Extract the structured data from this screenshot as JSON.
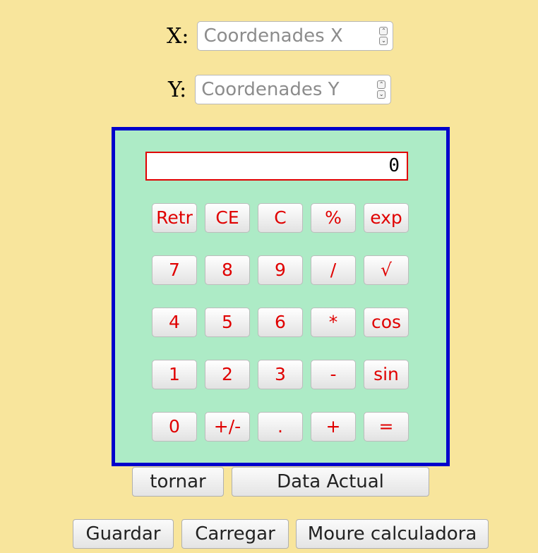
{
  "coords": {
    "x_label": "X:",
    "x_placeholder": "Coordenades X",
    "y_label": "Y:",
    "y_placeholder": "Coordenades Y",
    "spinner_up": "⌃",
    "spinner_down": "⌄"
  },
  "calculator": {
    "display_value": "0",
    "frame_color": "#0000cc",
    "body_color": "#adebc6",
    "key_text_color": "#e00000",
    "keys": [
      [
        "Retr",
        "CE",
        "C",
        "%",
        "exp"
      ],
      [
        "7",
        "8",
        "9",
        "/",
        "√"
      ],
      [
        "4",
        "5",
        "6",
        "*",
        "cos"
      ],
      [
        "1",
        "2",
        "3",
        "-",
        "sin"
      ],
      [
        "0",
        "+/-",
        ".",
        "+",
        "="
      ]
    ]
  },
  "actions": {
    "tornar": "tornar",
    "data_actual": "Data Actual",
    "guardar": "Guardar",
    "carregar": "Carregar",
    "moure": "Moure calculadora"
  }
}
